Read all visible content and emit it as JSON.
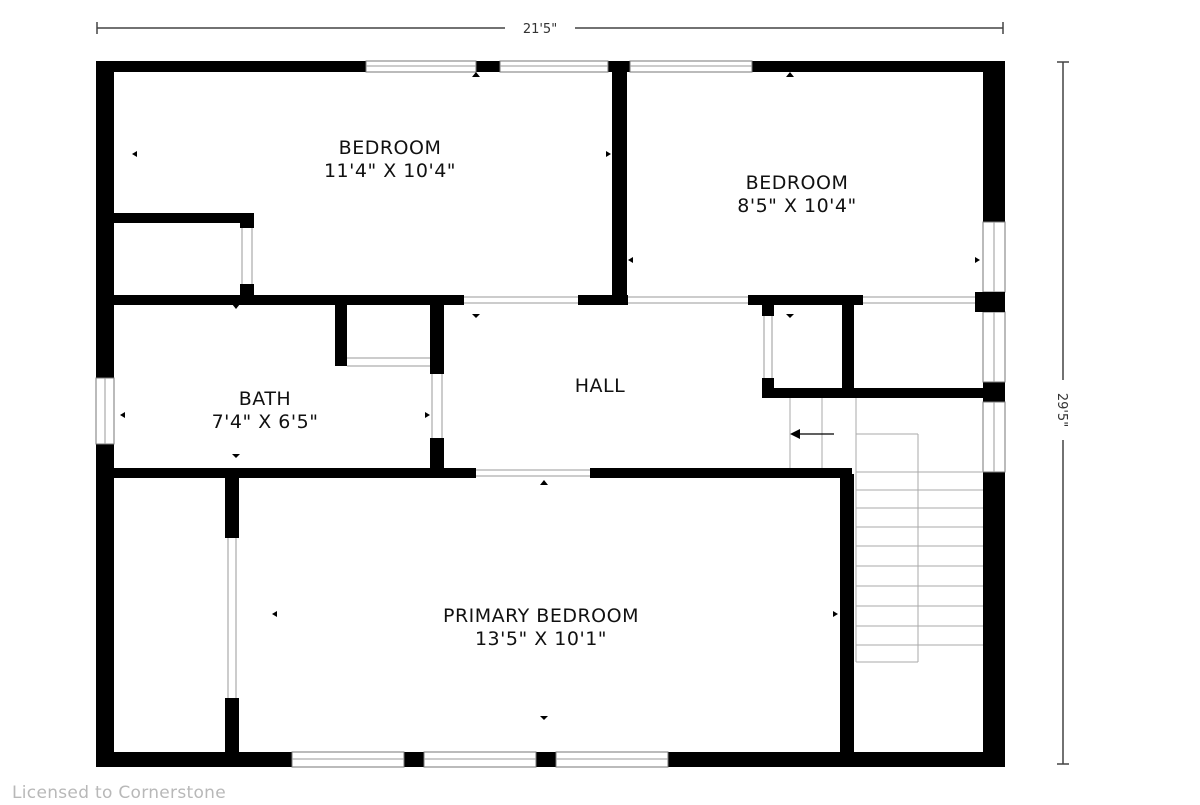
{
  "dimensions": {
    "width": "21'5\"",
    "depth": "29'5\""
  },
  "rooms": {
    "bedroom_1": {
      "name": "BEDROOM",
      "size": "11'4\" X 10'4\""
    },
    "bedroom_2": {
      "name": "BEDROOM",
      "size": "8'5\" X 10'4\""
    },
    "bath": {
      "name": "BATH",
      "size": "7'4\" X 6'5\""
    },
    "hall": {
      "name": "HALL"
    },
    "primary_bedroom": {
      "name": "PRIMARY BEDROOM",
      "size": "13'5\" X 10'1\""
    }
  },
  "license": "Licensed to Cornerstone",
  "colors": {
    "wall": "#000000",
    "line": "#444444",
    "watermark": "#b8b8b8"
  }
}
